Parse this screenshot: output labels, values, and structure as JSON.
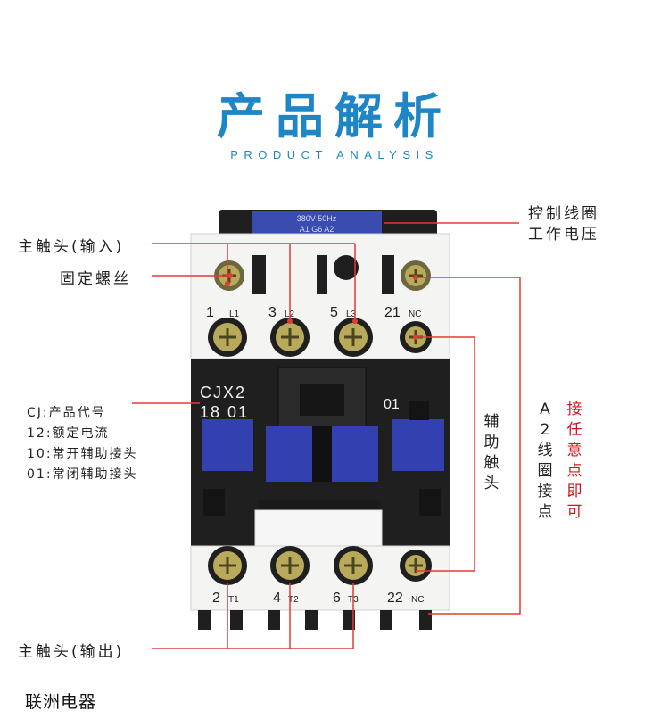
{
  "header": {
    "title": "产品解析",
    "subtitle": "PRODUCT ANALYSIS"
  },
  "callouts": {
    "coil": "控制线圈工作电压",
    "main_in": "主触头(输入)",
    "screw": "固定螺丝",
    "aux": "辅助触头",
    "a2": "A2线圈接点",
    "any": "接任意点即可",
    "main_out": "主触头(输出)"
  },
  "legend": [
    "CJ:产品代号",
    "12:额定电流",
    "10:常开辅助接头",
    "01:常闭辅助接头"
  ],
  "device": {
    "coil_label": "380V 50Hz",
    "coil_sub": "A1 G6 A2",
    "model_line1": "CJX2",
    "model_line2": "18 01",
    "aux_code": "01",
    "top_terminals": [
      {
        "num": "1",
        "sub": "L1"
      },
      {
        "num": "3",
        "sub": "L2"
      },
      {
        "num": "5",
        "sub": "L3"
      },
      {
        "num": "21",
        "sub": "NC"
      }
    ],
    "bottom_terminals": [
      {
        "num": "2",
        "sub": "T1"
      },
      {
        "num": "4",
        "sub": "T2"
      },
      {
        "num": "6",
        "sub": "T3"
      },
      {
        "num": "22",
        "sub": "NC"
      }
    ]
  },
  "watermark": "联洲电器",
  "colors": {
    "accent_blue": "#1e86c6",
    "leader_red": "#e53935",
    "device_blue": "#2533a8",
    "device_black": "#1f1f1f"
  }
}
